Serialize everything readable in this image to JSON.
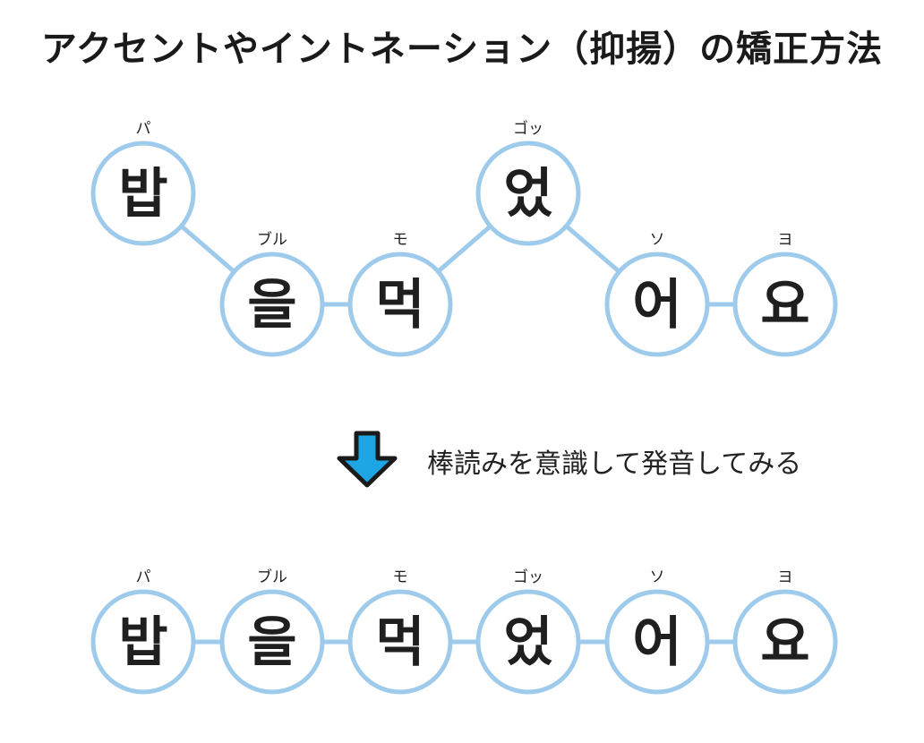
{
  "title": "アクセントやイントネーション（抑揚）の矯正方法",
  "instruction": "棒読みを意識して発音してみる",
  "colors": {
    "circle_stroke": "#9ecbeb",
    "connector": "#9ecbeb",
    "arrow_fill": "#1ea5e3",
    "arrow_stroke": "#1a1a1a",
    "text": "#1f1f1f"
  },
  "syllables": [
    {
      "hangul": "밥",
      "reading": "パ"
    },
    {
      "hangul": "을",
      "reading": "ブル"
    },
    {
      "hangul": "먹",
      "reading": "モ"
    },
    {
      "hangul": "었",
      "reading": "ゴッ"
    },
    {
      "hangul": "어",
      "reading": "ソ"
    },
    {
      "hangul": "요",
      "reading": "ヨ"
    }
  ],
  "pitch_pattern": {
    "before": [
      "high",
      "low",
      "low",
      "high",
      "low",
      "low"
    ],
    "after": [
      "flat",
      "flat",
      "flat",
      "flat",
      "flat",
      "flat"
    ]
  }
}
